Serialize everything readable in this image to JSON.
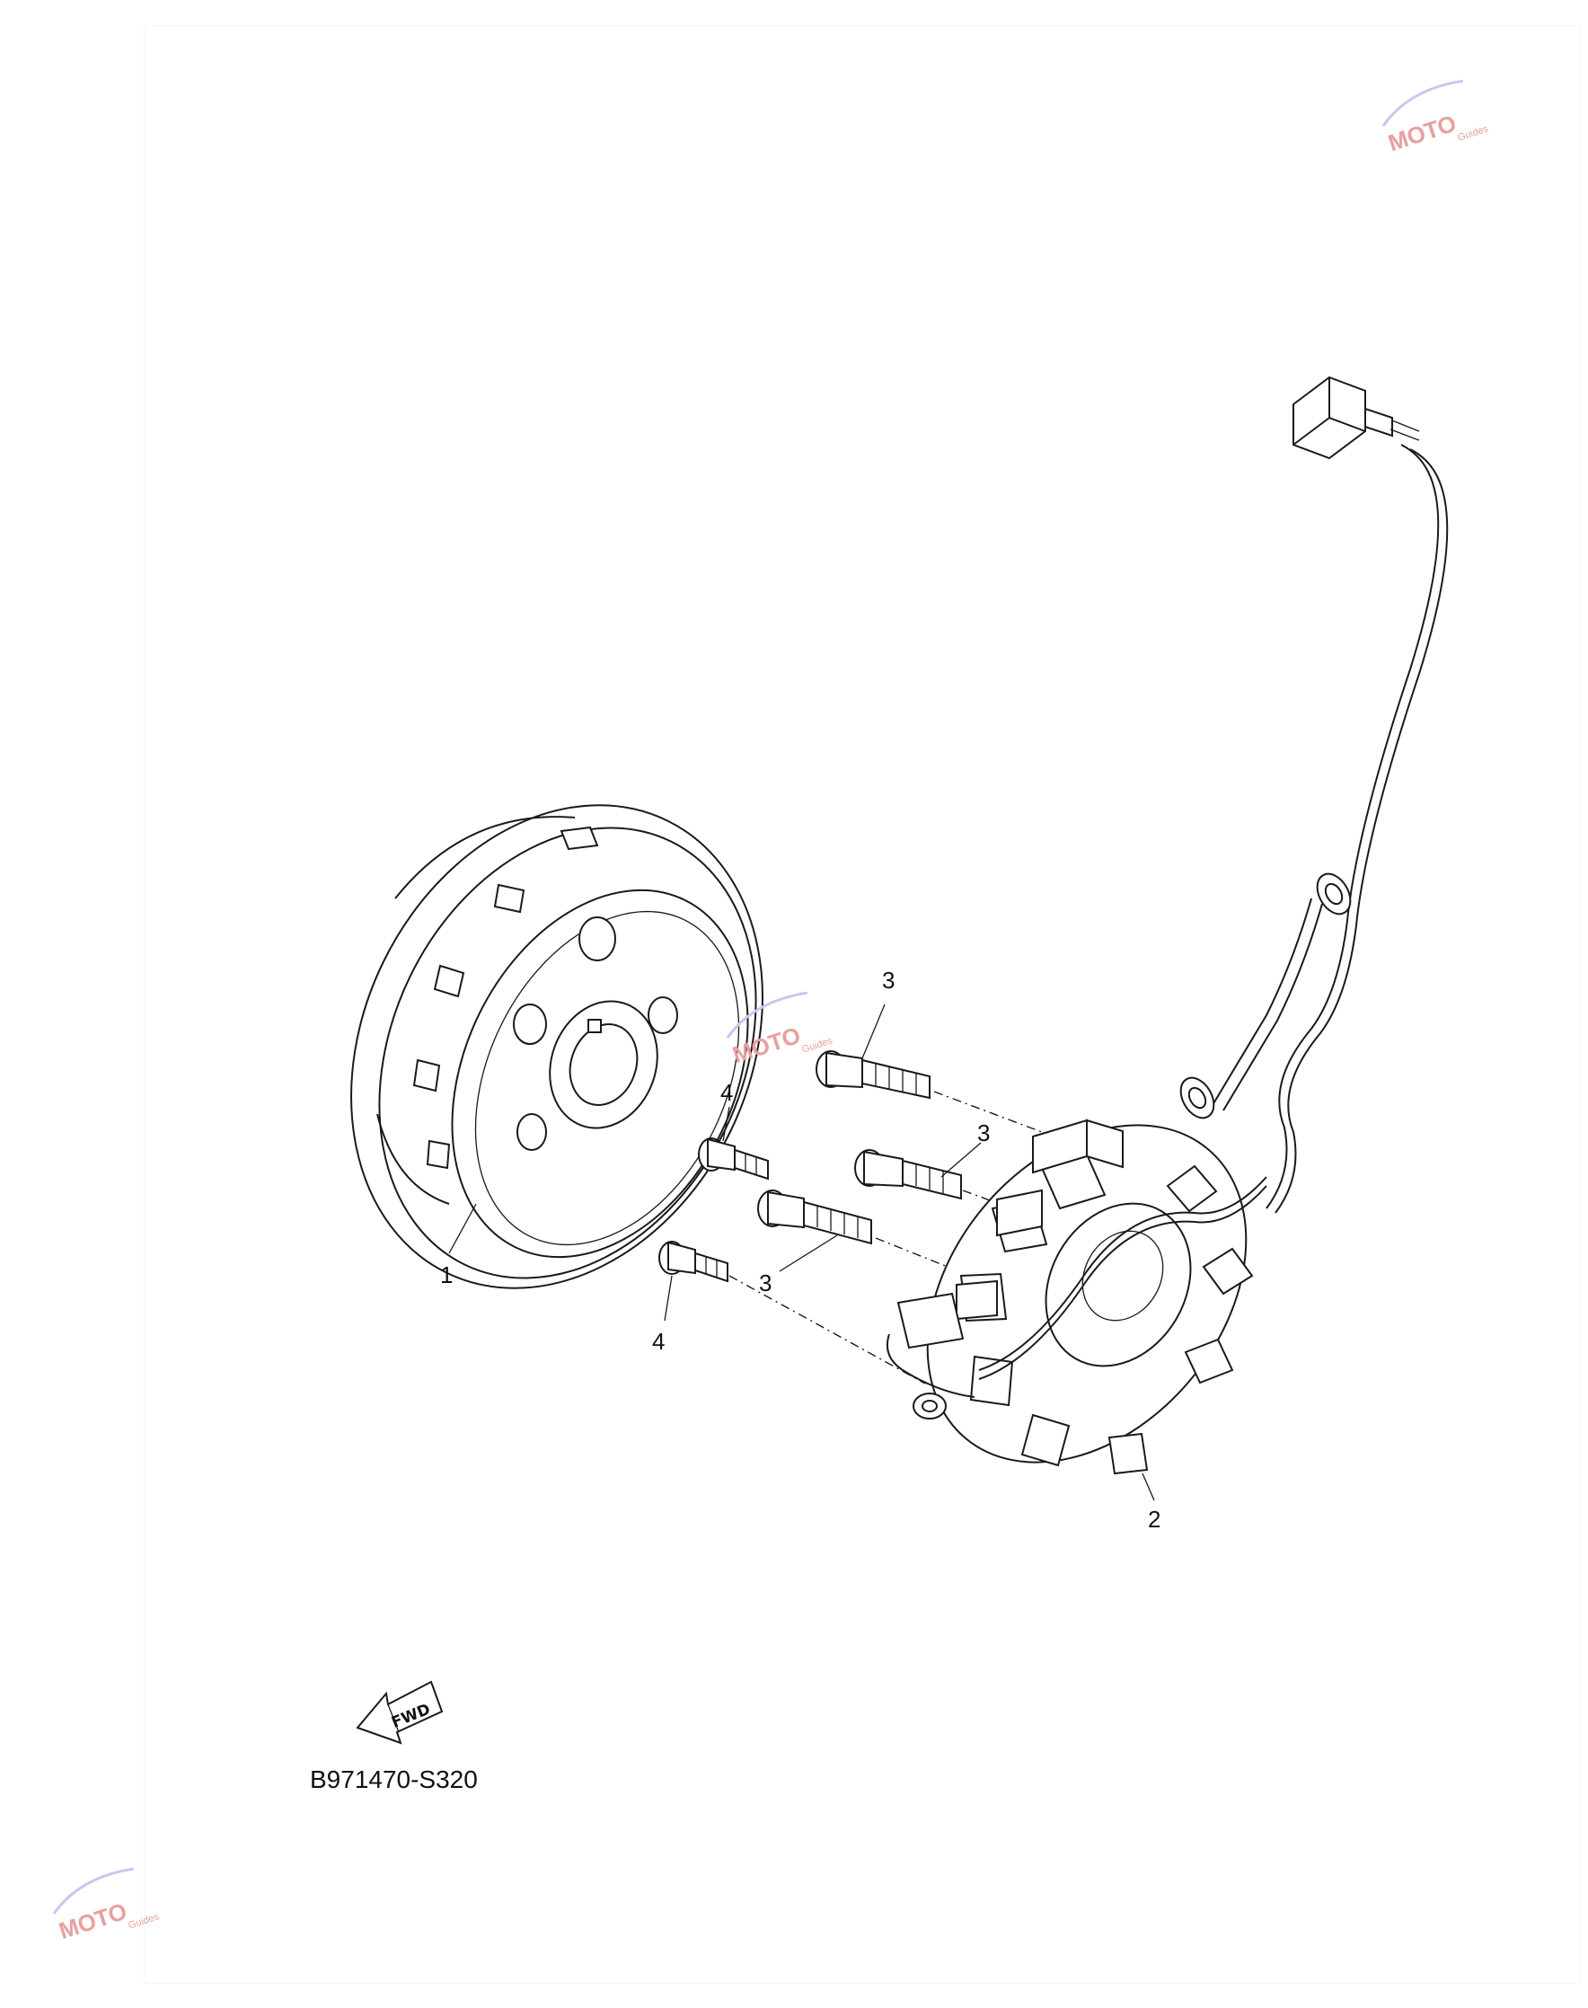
{
  "diagram": {
    "drawing_code": "B971470-S320",
    "direction_marker": "FWD",
    "callouts": [
      {
        "id": "c1",
        "label": "1"
      },
      {
        "id": "c2",
        "label": "2"
      },
      {
        "id": "c3a",
        "label": "3"
      },
      {
        "id": "c3b",
        "label": "3"
      },
      {
        "id": "c3c",
        "label": "3"
      },
      {
        "id": "c4a",
        "label": "4"
      },
      {
        "id": "c4b",
        "label": "4"
      }
    ]
  },
  "watermark": {
    "text": "MOTO",
    "subtext": "Guides",
    "color": "#e8a0a0"
  }
}
